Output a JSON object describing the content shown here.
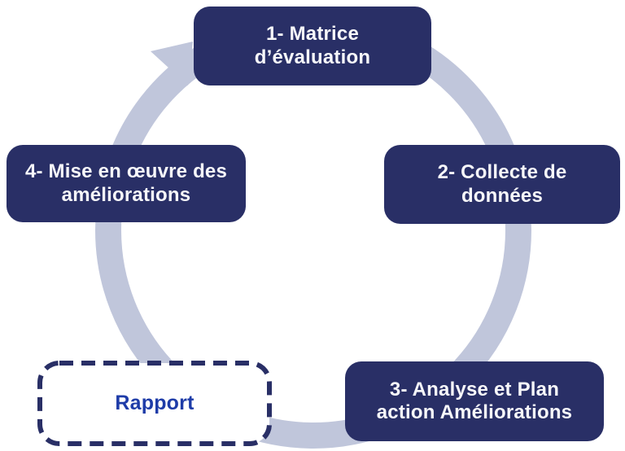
{
  "diagram": {
    "type": "process-cycle",
    "direction": "clockwise",
    "colors": {
      "background": "#ffffff",
      "cycle_arrow": "#c0c6db",
      "box_fill": "#292f66",
      "box_text": "#f7f7fa",
      "report_text": "#1e3ca8",
      "report_border": "#292f66"
    },
    "steps": [
      {
        "id": "1",
        "label": "1- Matrice\nd’évaluation",
        "position": "top"
      },
      {
        "id": "2",
        "label": "2- Collecte de\ndonnées",
        "position": "right"
      },
      {
        "id": "3",
        "label": "3- Analyse et Plan\naction Améliorations",
        "position": "bottom-right"
      },
      {
        "id": "4",
        "label": "4- Mise en œuvre des\naméliorations",
        "position": "left"
      }
    ],
    "report": {
      "label": "Rapport",
      "position": "bottom-left",
      "border_style": "dashed"
    }
  }
}
